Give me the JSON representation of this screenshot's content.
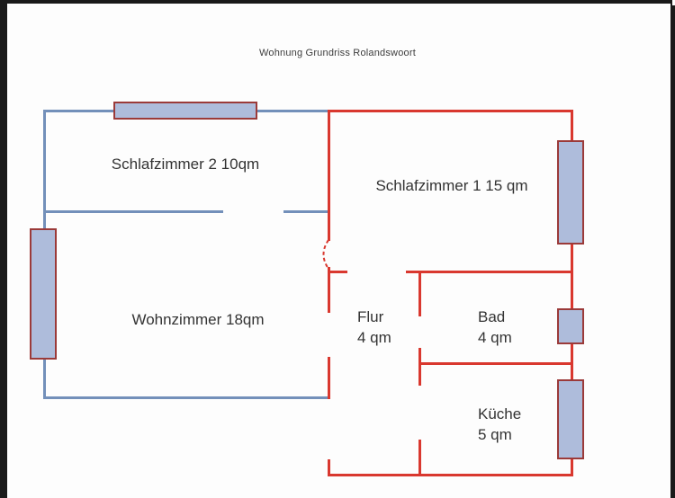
{
  "title": "Wohnung Grundriss Rolandswoort",
  "rooms": {
    "schlafzimmer2": {
      "label": "Schlafzimmer 2 10qm"
    },
    "schlafzimmer1": {
      "label": "Schlafzimmer 1 15 qm"
    },
    "wohnzimmer": {
      "label": "Wohnzimmer 18qm"
    },
    "flur": {
      "name": "Flur",
      "area": "4 qm"
    },
    "bad": {
      "name": "Bad",
      "area": "4 qm"
    },
    "kueche": {
      "name": "Küche",
      "area": "5 qm"
    }
  },
  "colors": {
    "wall_blue": "#7390ba",
    "wall_red": "#d9382f",
    "window_fill": "#aebcdb",
    "window_border": "#9b3a39",
    "text": "#333333",
    "frame_black": "#1a1a1a"
  }
}
